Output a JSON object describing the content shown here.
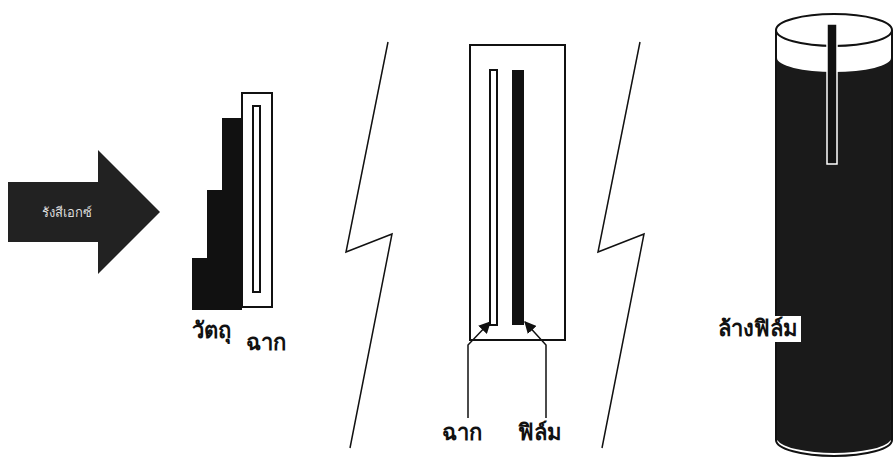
{
  "diagram": {
    "nodes": [
      {
        "text": [
          "รังสีเอกซ์"
        ]
      }
    ],
    "labels": [
      "วัตถุ",
      "ฉาก",
      "ฉาก",
      "ฟิล์ม",
      "ล้างฟิล์ม"
    ]
  }
}
